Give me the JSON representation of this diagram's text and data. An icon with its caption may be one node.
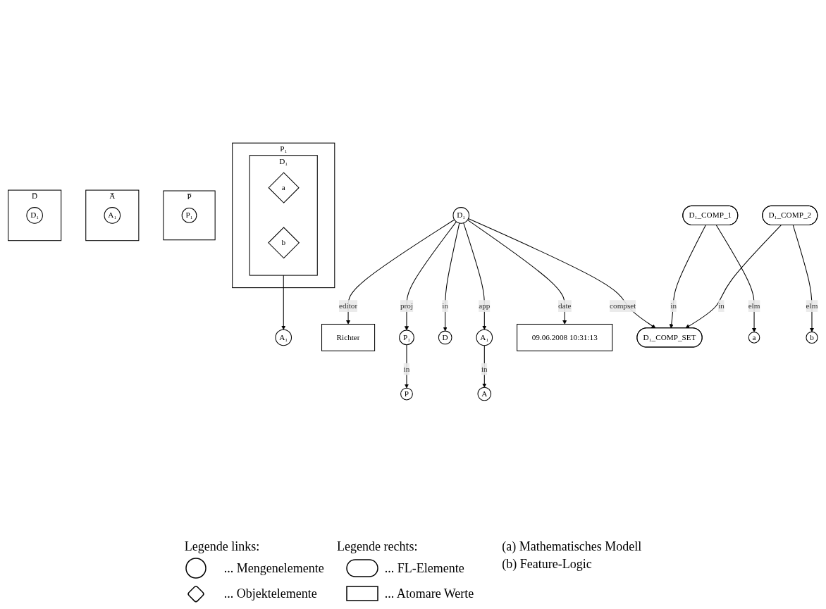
{
  "diagram": {
    "nodes": [
      {
        "text": [
          "P₁"
        ]
      },
      {
        "text": [
          "D₁"
        ],
        "in": 0
      },
      {
        "text": [
          "a"
        ],
        "in": 1
      },
      {
        "text": [
          "b"
        ],
        "in": 1
      },
      {
        "text": [
          "A₁"
        ]
      },
      {
        "text": [
          "P̅"
        ]
      },
      {
        "text": [
          "P₁"
        ],
        "in": 5
      },
      {
        "text": [
          "A̅"
        ]
      },
      {
        "text": [
          "A₁"
        ],
        "in": 7
      },
      {
        "text": [
          "D̅"
        ]
      },
      {
        "text": [
          "D₁"
        ],
        "in": 9
      },
      {
        "text": [
          "P"
        ]
      },
      {
        "text": [
          "D"
        ]
      },
      {
        "text": [
          "A"
        ]
      },
      {
        "text": [
          "D₁_COMP_1"
        ]
      },
      {
        "text": [
          "P₁"
        ]
      },
      {
        "text": [
          "D₁"
        ]
      },
      {
        "text": [
          "A₁"
        ]
      },
      {
        "text": [
          "a"
        ]
      },
      {
        "text": [
          "D₁_COMP_2"
        ]
      },
      {
        "text": [
          "b"
        ]
      },
      {
        "text": [
          "Richter"
        ]
      },
      {
        "text": [
          "D₁_COMP_SET"
        ]
      },
      {
        "text": [
          "09.06.2008 10:31:13"
        ]
      }
    ],
    "edges": [
      {
        "from": 1,
        "to": 4,
        "arrow": "to"
      },
      {
        "from": 15,
        "to": 11,
        "arrow": "to",
        "label": "in"
      },
      {
        "from": 16,
        "to": 12,
        "arrow": "to",
        "label": "in"
      },
      {
        "from": 17,
        "to": 13,
        "arrow": "to",
        "label": "in"
      },
      {
        "from": 16,
        "to": 15,
        "arrow": "to",
        "label": "proj"
      },
      {
        "from": 16,
        "to": 17,
        "arrow": "to",
        "label": "app"
      },
      {
        "from": 16,
        "to": 21,
        "arrow": "to",
        "label": "editor"
      },
      {
        "from": 16,
        "to": 23,
        "arrow": "to",
        "label": "date"
      },
      {
        "from": 16,
        "to": 22,
        "arrow": "to",
        "label": "compset"
      },
      {
        "from": 14,
        "to": 22,
        "arrow": "to",
        "label": "in"
      },
      {
        "from": 14,
        "to": 18,
        "arrow": "to",
        "label": "elm"
      },
      {
        "from": 19,
        "to": 22,
        "arrow": "to",
        "label": "in"
      },
      {
        "from": 19,
        "to": 20,
        "arrow": "to",
        "label": "elm"
      }
    ],
    "labels": [
      "Legende links:",
      "Legende rechts:",
      "(a) Mathematisches Modell",
      "(b) Feature-Logic"
    ],
    "legend": [
      {
        "text": "... Mengenelemente"
      },
      {
        "text": "... FL-Elemente"
      },
      {
        "text": "... Objektelemente"
      },
      {
        "text": "... Atomare Werte"
      }
    ]
  }
}
